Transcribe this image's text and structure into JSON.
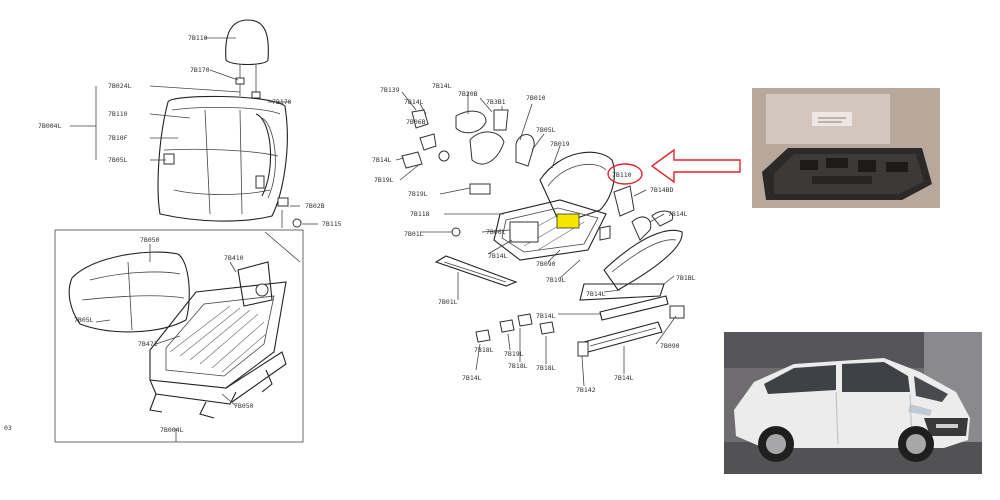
{
  "diagram": {
    "side_code": "03",
    "left_part_numbers": {
      "headrest": "7B110",
      "guide_upper": "7B170",
      "guide_lower": "7B170",
      "back_pad": "7B024L",
      "back_frame": "7B110",
      "back_trim": "7B10F",
      "back_cover": "7B05L",
      "seat_back": "7B004L",
      "bracket_a": "7B02B",
      "bracket_b": "7B115",
      "cushion": "7B050",
      "cushion_frame": "7B410",
      "cushion_pad": "7B05L",
      "adjuster": "7B471",
      "cover_inner": "7B050",
      "seat_assy": "7B004L"
    },
    "right_part_numbers": {
      "lever_top": "7B139",
      "lever_a": "7B14L",
      "lever_b": "7B14L",
      "bolt_a": "7B20B",
      "bolt_b": "7B3B1",
      "bolt_c": "7B010",
      "bolt_d": "7B06B",
      "screw_a": "7B05L",
      "screw_b": "7B019",
      "switch": "7B14L",
      "switch_unit": "7B19L",
      "highlighted_part": "7B110",
      "side_a": "7B19L",
      "side_b": "7B14BD",
      "nut": "7B118",
      "track_a": "7B01L",
      "track_b": "7B06L",
      "track_c": "7B14L",
      "rail": "7B14L",
      "bracket": "7B090",
      "cover_side": "7B19L",
      "cover_long": "7B1BL",
      "foot_a": "7B18L",
      "foot_b": "7B19L",
      "foot_c": "7B18L",
      "foot_d": "7B18L",
      "end_cap": "7B090",
      "base_plate": "7B142",
      "rail_long": "7B14L",
      "mark_a": "7B14L",
      "mark_b": "7B01L",
      "mark_c": "7B14L",
      "mark_d": "7B14L"
    },
    "photo_part_alt": "seat switch part photo",
    "photo_car_alt": "white SUV photo"
  },
  "colors": {
    "circle_callout": "#e0242a",
    "arrow": "#e0242a",
    "highlight": "#f5e600",
    "line_art": "#333333"
  }
}
